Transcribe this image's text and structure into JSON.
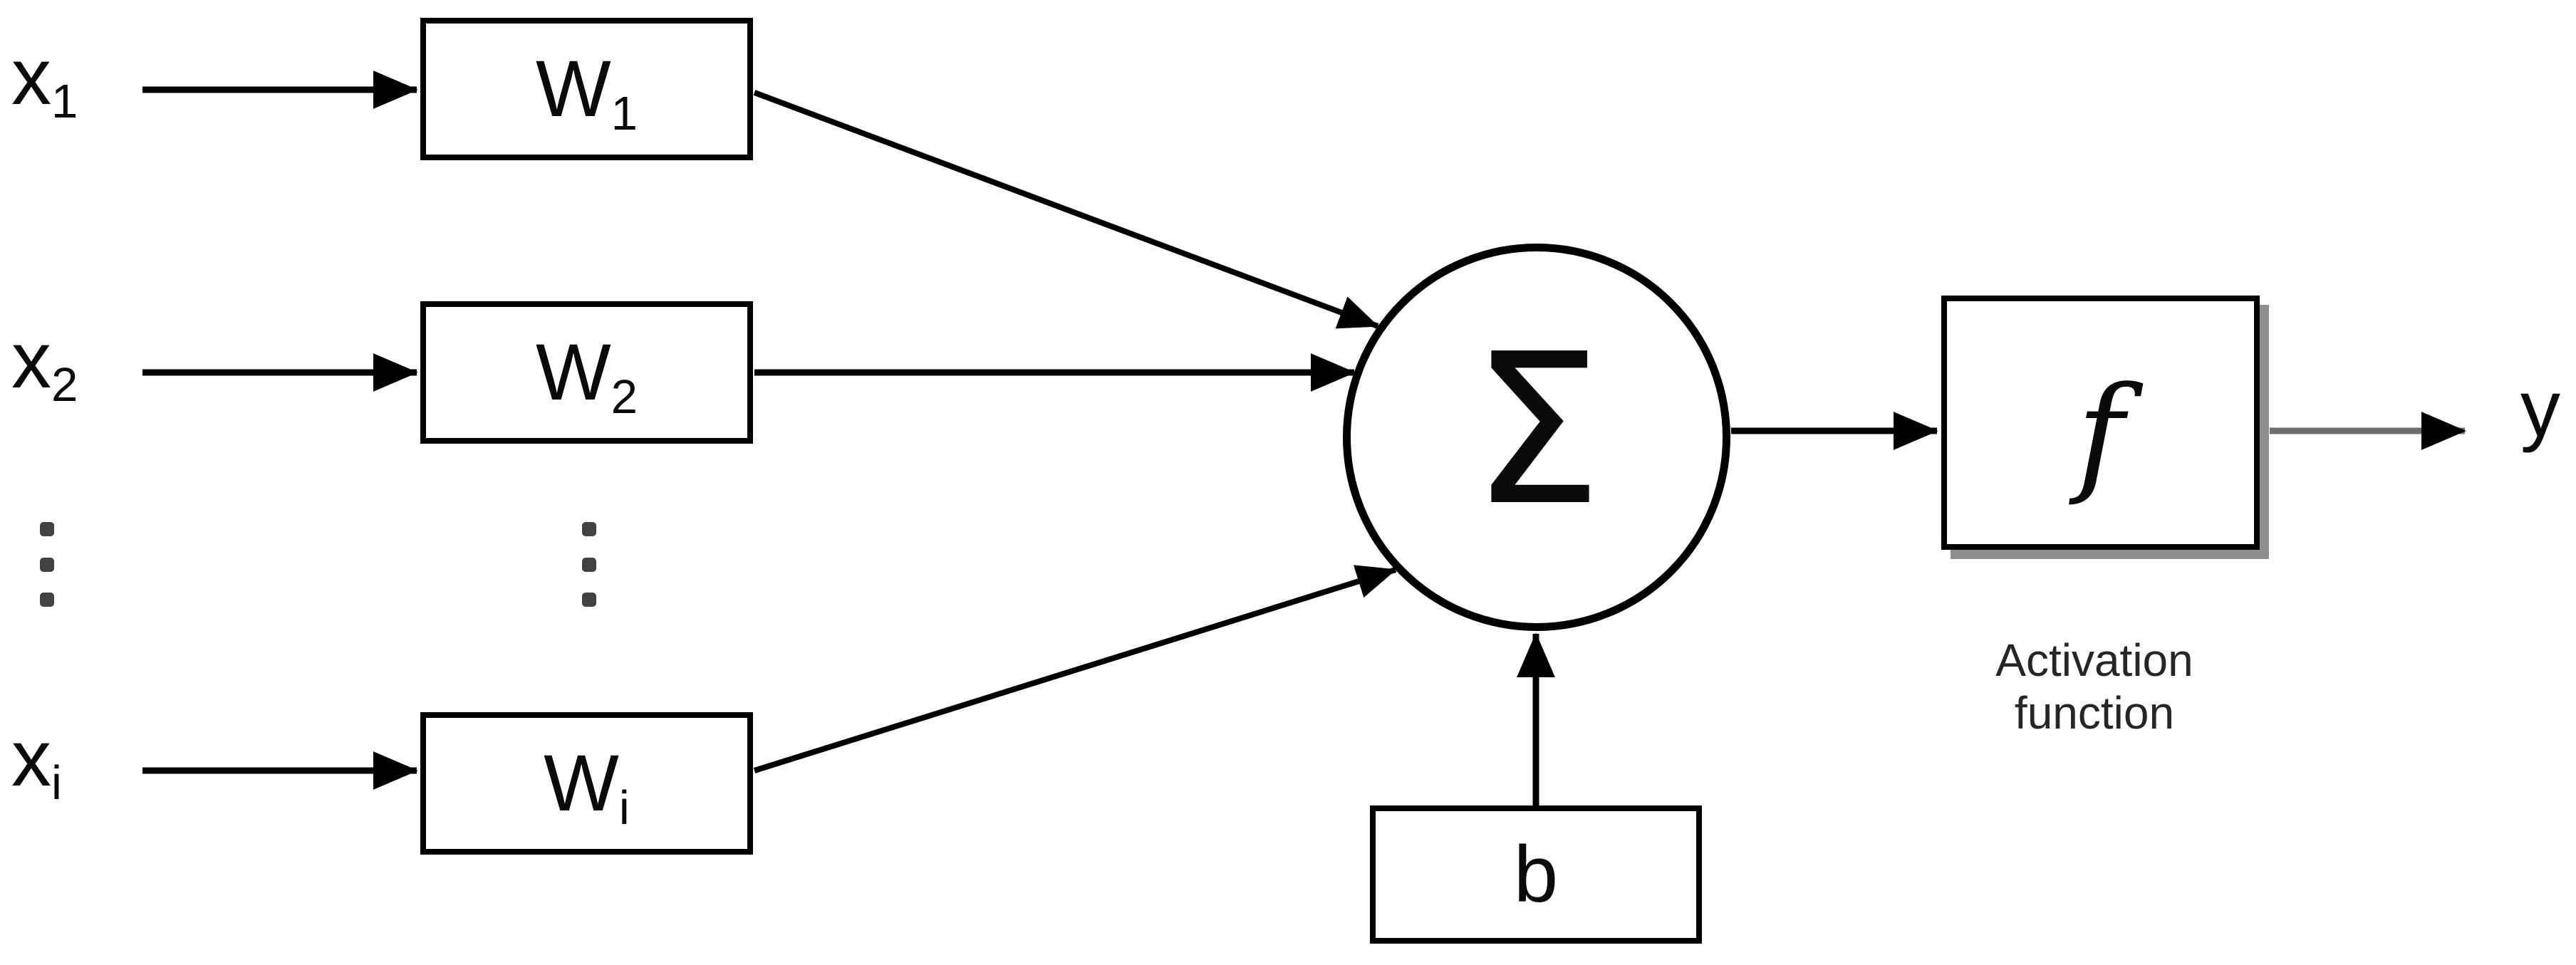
{
  "figure": {
    "title_semantic": "perceptron-diagram",
    "inputs": [
      {
        "base": "x",
        "subscript": "1"
      },
      {
        "base": "x",
        "subscript": "2"
      },
      {
        "base": "x",
        "subscript": "i"
      }
    ],
    "weights": [
      {
        "base": "W",
        "subscript": "1"
      },
      {
        "base": "W",
        "subscript": "2"
      },
      {
        "base": "W",
        "subscript": "i"
      }
    ],
    "summation": {
      "symbol": "Σ"
    },
    "bias": {
      "label": "b"
    },
    "activation": {
      "symbol": "f",
      "caption_line1": "Activation",
      "caption_line2": "function"
    },
    "output": {
      "label": "y"
    },
    "colors": {
      "stroke": "#000000",
      "activation_box_shadow": "#8f8f8f",
      "caption_text": "#262626",
      "output_arrow_shaft": "#6e6e6e",
      "ellipsis_dot": "#424242",
      "background": "#ffffff"
    }
  }
}
